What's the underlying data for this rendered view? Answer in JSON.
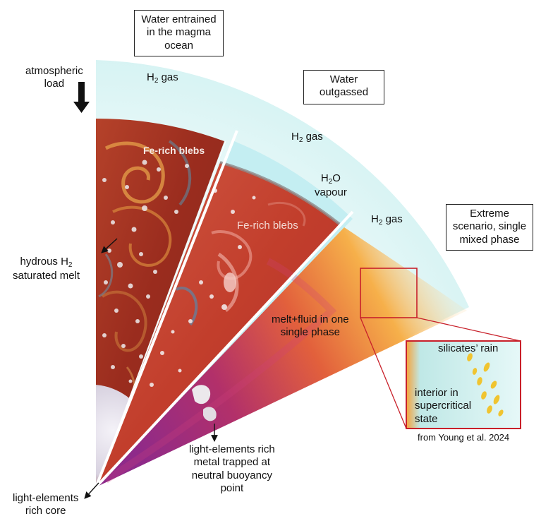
{
  "boxes": {
    "water_entrained": "Water entrained\nin the magma\nocean",
    "water_outgassed": "Water\noutgassed",
    "extreme_scenario": "Extreme\nscenario, single\nmixed phase"
  },
  "labels": {
    "atmospheric_load": "atmospheric\nload",
    "h2_gas_prefix": "H",
    "h2_gas_sub": "2",
    "h2_gas_suffix": " gas",
    "h2o_prefix": "H",
    "h2o_sub": "2",
    "h2o_suffix": "O",
    "vapour": "vapour",
    "fe_rich_blebs_1": "Fe-rich blebs",
    "fe_rich_blebs_2": "Fe-rich blebs",
    "hydrous_prefix": "hydrous H",
    "hydrous_sub": "2",
    "saturated_melt": "saturated melt",
    "melt_fluid": "melt+fluid in one\nsingle phase",
    "silicates_rain": "silicates’ rain",
    "interior": "interior in\nsupercritical\nstate",
    "source": "from Young et al. 2024",
    "light_metal": "light-elements rich\nmetal trapped at\nneutral buoyancy\npoint",
    "light_core": "light-elements\nrich core"
  },
  "colors": {
    "atmosphere": "#dff6f6",
    "vapour": "#c8f0f4",
    "magma_dark": "#9e2a1c",
    "magma": "#c8402e",
    "mixed_orange": "#f3a23a",
    "mixed_purple": "#a0287e",
    "core_grey": "#d9d6dc",
    "zoom_box": "#c8202a",
    "rain": "#f0c430"
  }
}
